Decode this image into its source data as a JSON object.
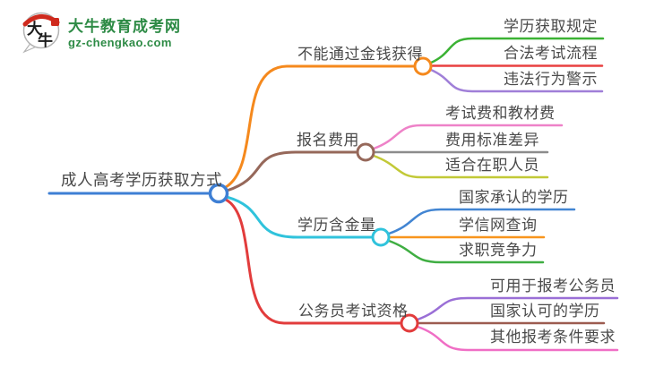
{
  "logo": {
    "title": "大牛教育成考网",
    "subtitle": "gz-chengkao.com",
    "icon_char1": "大",
    "icon_char2": "牛",
    "brand_color": "#2e8b46",
    "seal_color": "#cf2a1d"
  },
  "root": {
    "label": "成人高考学历获取方式",
    "color": "#3e7fd4"
  },
  "branches": [
    {
      "label": "不能通过金钱获得",
      "color": "#f5891d",
      "children": [
        {
          "label": "学历获取规定",
          "color": "#3bb234"
        },
        {
          "label": "合法考试流程",
          "color": "#e84040"
        },
        {
          "label": "违法行为警示",
          "color": "#a07fd8"
        }
      ]
    },
    {
      "label": "报名费用",
      "color": "#96685a",
      "children": [
        {
          "label": "考试费和教材费",
          "color": "#ee82c8"
        },
        {
          "label": "费用标准差异",
          "color": "#8c8c8c"
        },
        {
          "label": "适合在职人员",
          "color": "#c2c937"
        }
      ]
    },
    {
      "label": "学历含金量",
      "color": "#30c3dc",
      "children": [
        {
          "label": "国家承认的学历",
          "color": "#4285d2"
        },
        {
          "label": "学信网查询",
          "color": "#f8951d"
        },
        {
          "label": "求职竞争力",
          "color": "#3fae42"
        }
      ]
    },
    {
      "label": "公务员考试资格",
      "color": "#e23c3c",
      "children": [
        {
          "label": "可用于报考公务员",
          "color": "#9a6fd6"
        },
        {
          "label": "国家认可的学历",
          "color": "#9c5b50"
        },
        {
          "label": "其他报考条件要求",
          "color": "#f06ec5"
        }
      ]
    }
  ]
}
